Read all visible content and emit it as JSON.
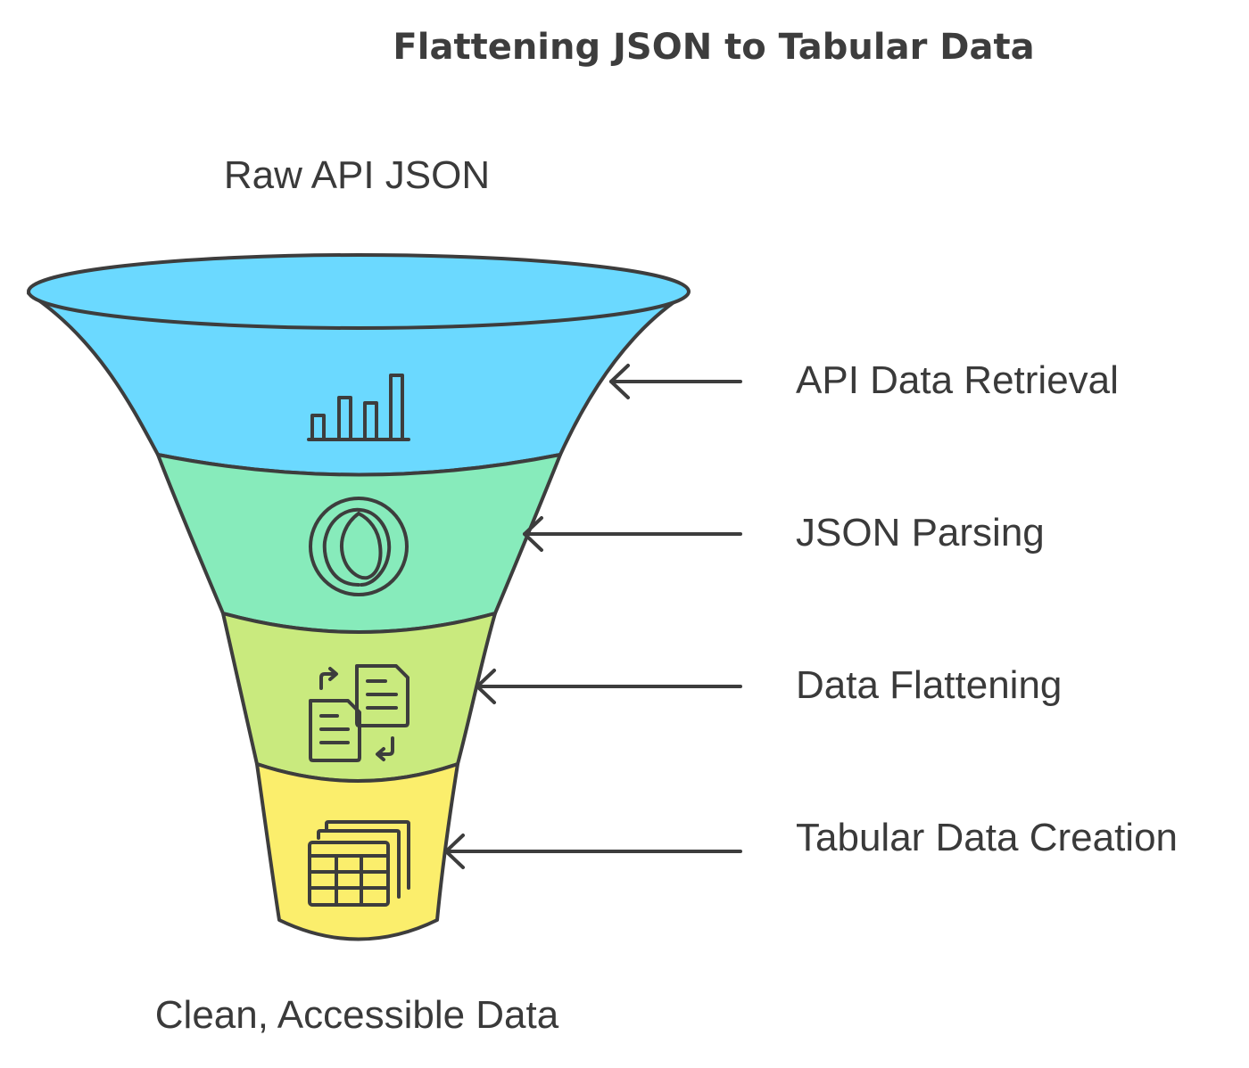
{
  "title": "Flattening JSON to Tabular Data",
  "input_label": "Raw API JSON",
  "output_label": "Clean, Accessible Data",
  "stages": [
    {
      "label": "API Data Retrieval",
      "icon": "bar-chart-icon",
      "color": "#6bd9ff"
    },
    {
      "label": "JSON Parsing",
      "icon": "json-swirl-icon",
      "color": "#87ebbb"
    },
    {
      "label": "Data Flattening",
      "icon": "document-transfer-icon",
      "color": "#c9ea7e"
    },
    {
      "label": "Tabular Data Creation",
      "icon": "table-stack-icon",
      "color": "#fbee6c"
    }
  ],
  "colors": {
    "outline": "#3d3d3d",
    "text": "#3a3a3a"
  }
}
